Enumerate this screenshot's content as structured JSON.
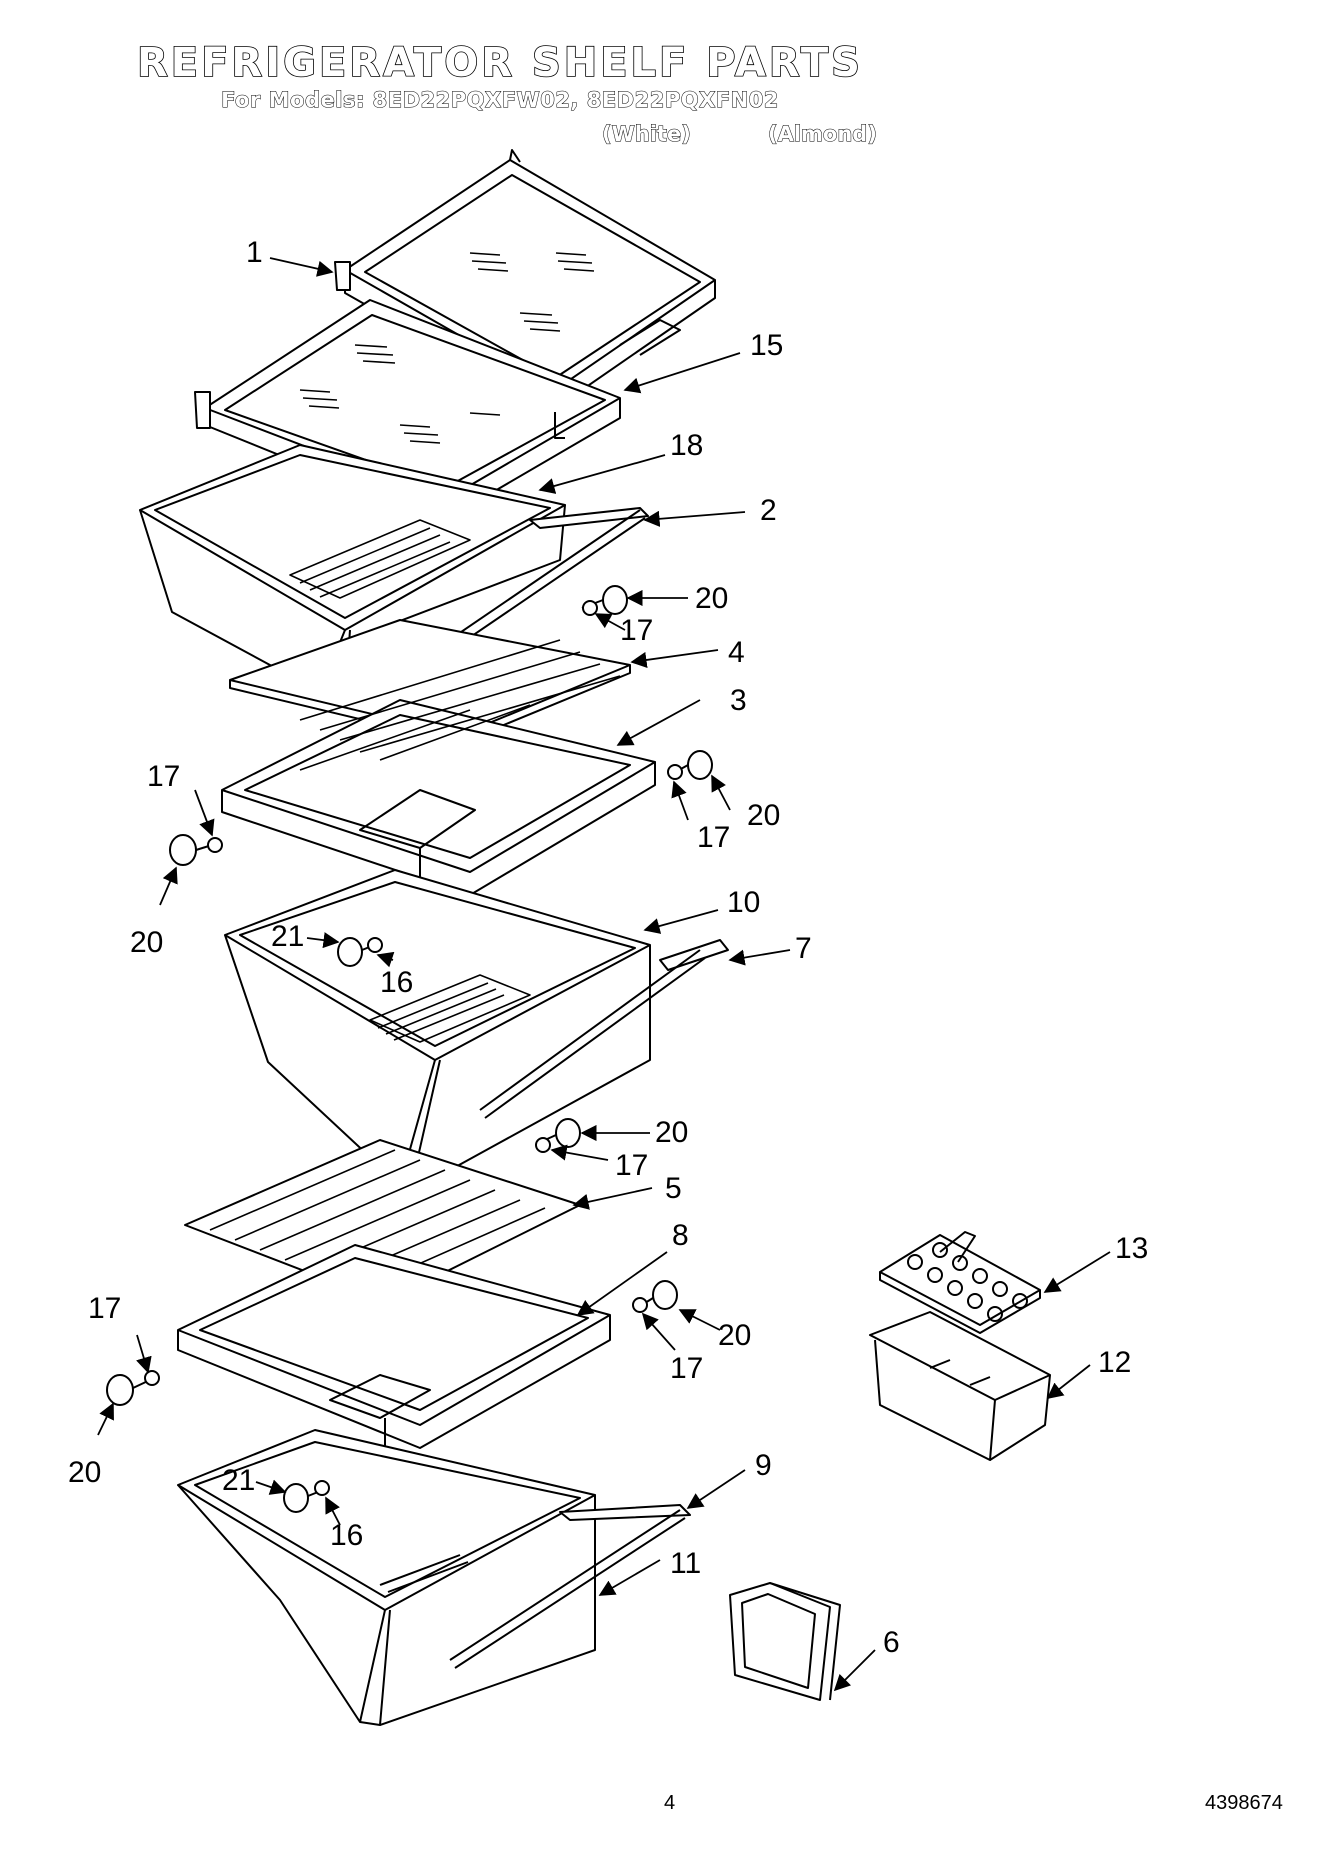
{
  "header": {
    "title": "REFRIGERATOR SHELF PARTS",
    "models": "For Models: 8ED22PQXFW02, 8ED22PQXFN02",
    "variant_white": "(White)",
    "variant_almond": "(Almond)"
  },
  "callouts": {
    "c1": "1",
    "c15": "15",
    "c18": "18",
    "c2": "2",
    "c20a": "20",
    "c17a": "17",
    "c4": "4",
    "c3": "3",
    "c17b": "17",
    "c20b": "20",
    "c17c": "17",
    "c20c": "20",
    "c10": "10",
    "c7": "7",
    "c21a": "21",
    "c16a": "16",
    "c20d": "20",
    "c17d": "17",
    "c5": "5",
    "c8": "8",
    "c13": "13",
    "c17e": "17",
    "c20e": "20",
    "c17f": "17",
    "c20f": "20",
    "c12": "12",
    "c9": "9",
    "c21b": "21",
    "c16b": "16",
    "c11": "11",
    "c6": "6"
  },
  "footer": {
    "page_number": "4",
    "doc_number": "4398674"
  }
}
